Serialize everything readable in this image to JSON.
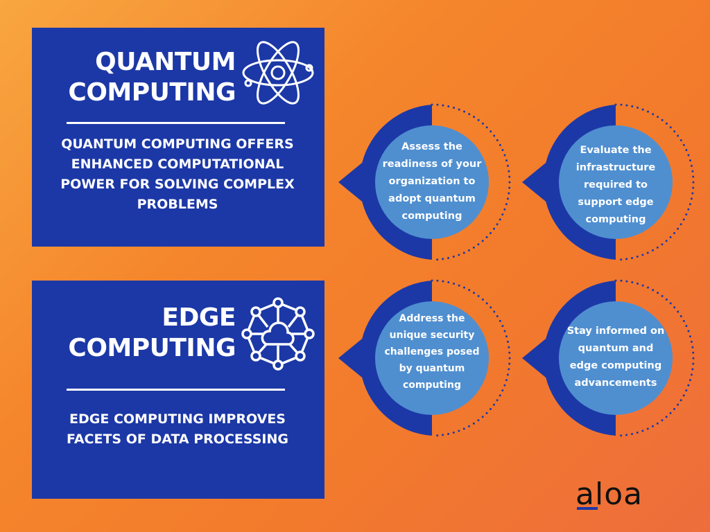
{
  "sections": [
    {
      "title_line1": "QUANTUM",
      "title_line2": "COMPUTING",
      "icon": "atom-icon",
      "description": "QUANTUM COMPUTING OFFERS ENHANCED COMPUTATIONAL POWER FOR SOLVING COMPLEX PROBLEMS"
    },
    {
      "title_line1": "EDGE",
      "title_line2": "COMPUTING",
      "icon": "network-cloud-icon",
      "description": "EDGE COMPUTING IMPROVES FACETS OF DATA PROCESSING"
    }
  ],
  "steps": [
    {
      "text": "Assess the readiness of your organization to adopt quantum computing"
    },
    {
      "text": "Evaluate the infrastructure required to support edge computing"
    },
    {
      "text": "Address the unique security challenges posed by quantum computing"
    },
    {
      "text": "Stay informed on quantum and edge computing advancements"
    }
  ],
  "brand": {
    "logo": "aloa"
  },
  "colors": {
    "box": "#1c38a6",
    "inner_circle": "#4f8fd0",
    "background": "#f5862c"
  }
}
